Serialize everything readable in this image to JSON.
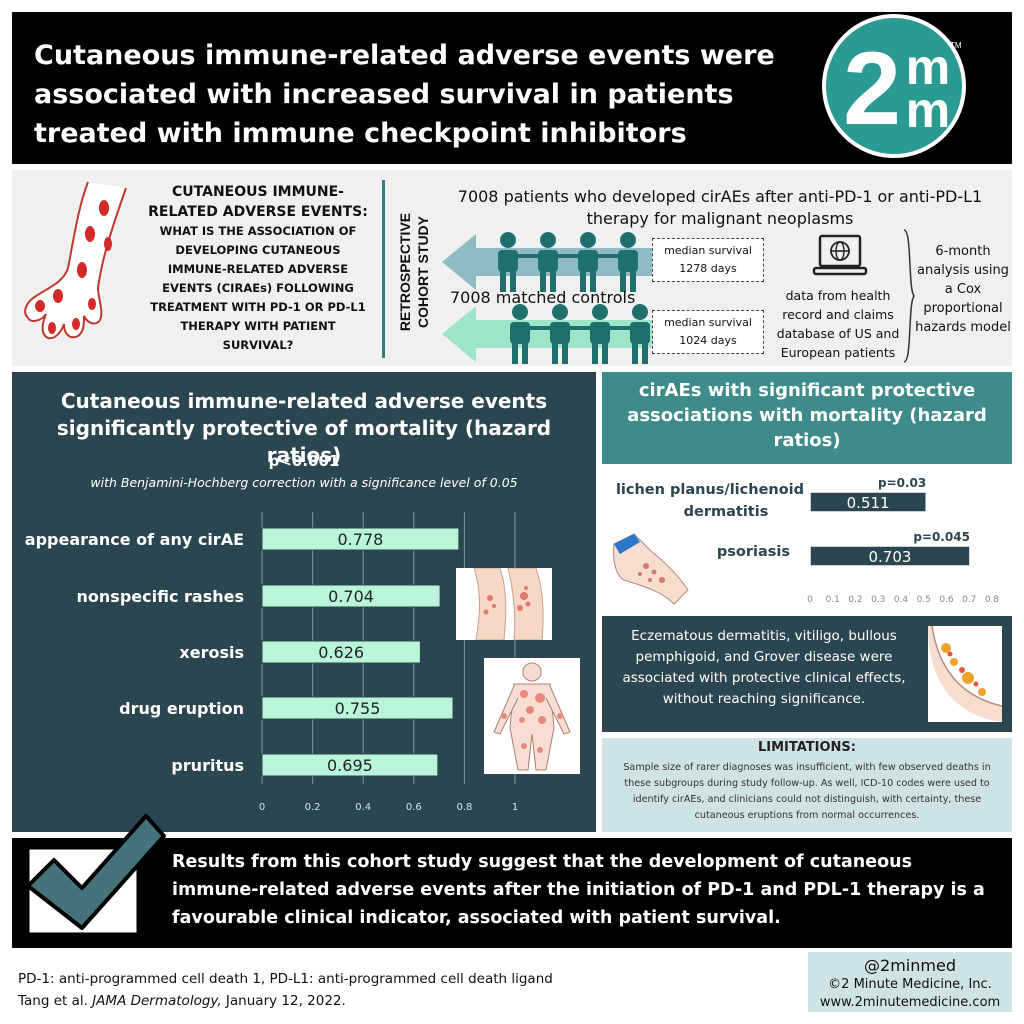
{
  "header": {
    "title": "Cutaneous immune-related adverse events were associated with increased survival in patients treated with immune checkpoint inhibitors",
    "logo_main": "2",
    "logo_small": "m",
    "logo_tm": "TM",
    "logo_color": "#2b9a93"
  },
  "design": {
    "question_heading": "CUTANEOUS IMMUNE-RELATED ADVERSE EVENTS:",
    "question_body": "WHAT IS THE ASSOCIATION OF DEVELOPING CUTANEOUS IMMUNE-RELATED ADVERSE EVENTS (CIRAEs) FOLLOWING TREATMENT WITH PD-1 OR PD-L1 THERAPY WITH PATIENT SURVIVAL?",
    "study_type_line1": "RETROSPECTIVE",
    "study_type_line2": "COHORT STUDY",
    "cases": "7008 patients who developed cirAEs after anti-PD-1 or anti-PD-L1 therapy for malignant neoplasms",
    "controls": "7008 matched controls",
    "cases_survival_label": "median survival",
    "cases_survival_value": "1278 days",
    "controls_survival_label": "median survival",
    "controls_survival_value": "1024 days",
    "data_source": "data from health record and claims database of US and European patients",
    "analysis": "6-month analysis using a Cox proportional hazards model",
    "icons": [
      "arm-with-rash-icon",
      "people-group-icon",
      "laptop-globe-icon",
      "arrow-left-icon"
    ],
    "colors": {
      "cases_arrow": "#8fbcc4",
      "controls_arrow": "#9fe3c9",
      "people": "#1f6f6e"
    }
  },
  "main_chart": {
    "panel_title": "Cutaneous immune-related adverse events significantly protective of mortality (hazard ratios)",
    "p_value": "p<0.001",
    "note": "with Benjamini-Hochberg correction with a significance level of 0.05"
  },
  "sig_panel": {
    "title": "cirAEs with significant protective associations with mortality (hazard ratios)"
  },
  "other_panel": {
    "text": "Eczematous dermatitis, vitiligo, bullous pemphigoid, and Grover disease were associated with protective clinical effects, without reaching significance."
  },
  "limitations": {
    "title": "LIMITATIONS:",
    "text": "Sample size of rarer diagnoses was insufficient, with few observed deaths in these subgroups during study follow-up. As well, ICD-10 codes were used to identify cirAEs, and clinicians could not distinguish, with certainty, these cutaneous eruptions from normal occurrences."
  },
  "conclusion": {
    "text": "Results from this cohort study suggest that the development of cutaneous immune-related adverse events after the initiation of PD-1 and PDL-1 therapy is a favourable clinical indicator, associated with patient survival.",
    "icon": "checkmark-icon"
  },
  "footer": {
    "abbreviations": "PD-1: anti-programmed cell death 1, PD-L1: anti-programmed cell death ligand",
    "citation_prefix": "Tang et al. ",
    "citation_journal": "JAMA Dermatology,",
    "citation_date": " January 12, 2022.",
    "handle": "@2minmed",
    "copyright": "©2 Minute Medicine, Inc.",
    "website": "www.2minutemedicine.com"
  },
  "chart_data": [
    {
      "type": "bar",
      "orientation": "horizontal",
      "categories": [
        "appearance of any cirAE",
        "nonspecific rashes",
        "xerosis",
        "drug eruption",
        "pruritus"
      ],
      "values": [
        0.778,
        0.704,
        0.626,
        0.755,
        0.695
      ],
      "value_labels": [
        "0.778",
        "0.704",
        "0.626",
        "0.755",
        "0.695"
      ],
      "title": "Cutaneous immune-related adverse events significantly protective of mortality (hazard ratios)",
      "subtitle": "p<0.001",
      "xlim": [
        0,
        1
      ],
      "xticks": [
        0,
        0.2,
        0.4,
        0.6,
        0.8,
        1
      ],
      "xtick_labels": [
        "0",
        "0.2",
        "0.4",
        "0.6",
        "0.8",
        "1"
      ],
      "grid": true,
      "bar_color": "#b9f5d8"
    },
    {
      "type": "bar",
      "orientation": "horizontal",
      "categories": [
        "lichen planus/lichenoid dermatitis",
        "psoriasis"
      ],
      "values": [
        0.511,
        0.703
      ],
      "value_labels": [
        "0.511",
        "0.703"
      ],
      "annotations": [
        "p=0.03",
        "p=0.045"
      ],
      "title": "cirAEs with significant protective associations with mortality (hazard ratios)",
      "xlim": [
        0,
        0.8
      ],
      "xticks": [
        0,
        0.1,
        0.2,
        0.3,
        0.4,
        0.5,
        0.6,
        0.7,
        0.8
      ],
      "xtick_labels": [
        "0",
        "0.1",
        "0.2",
        "0.3",
        "0.4",
        "0.5",
        "0.6",
        "0.7",
        "0.8"
      ],
      "grid": false,
      "bar_color": "#2b4650"
    }
  ]
}
